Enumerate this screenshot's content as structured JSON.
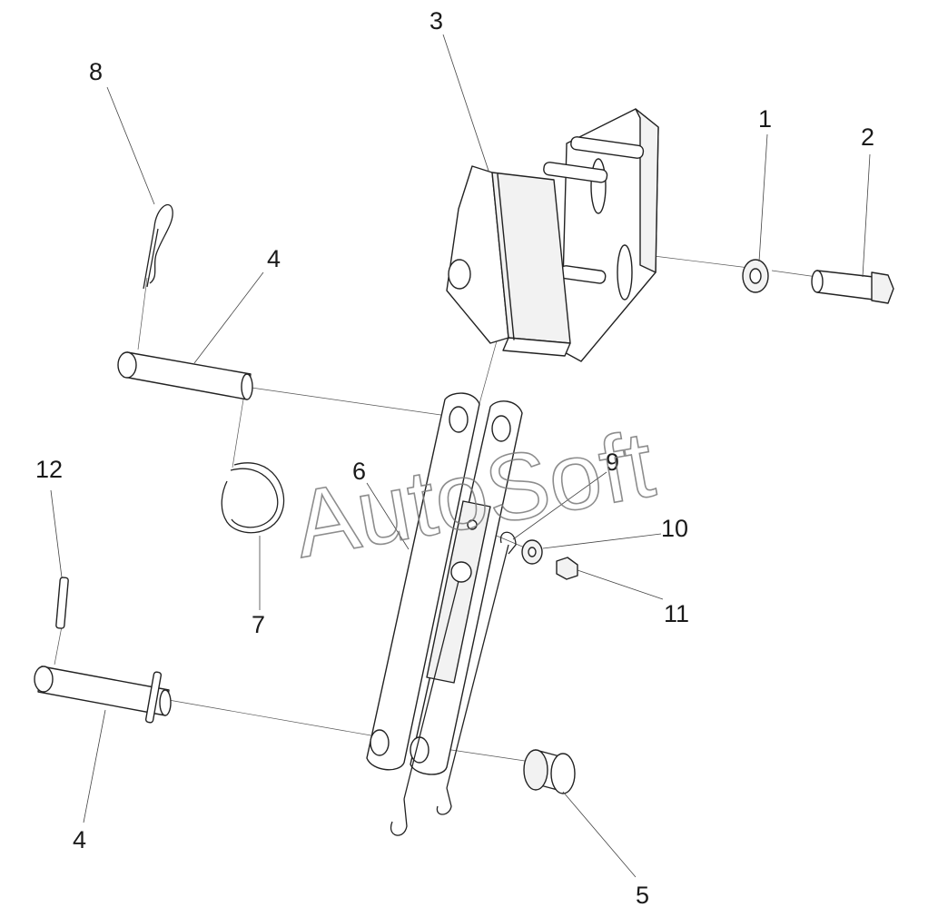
{
  "callouts": [
    {
      "id": "c1",
      "text": "1"
    },
    {
      "id": "c2",
      "text": "2"
    },
    {
      "id": "c3",
      "text": "3"
    },
    {
      "id": "c4a",
      "text": "4"
    },
    {
      "id": "c4b",
      "text": "4"
    },
    {
      "id": "c5",
      "text": "5"
    },
    {
      "id": "c6",
      "text": "6"
    },
    {
      "id": "c7",
      "text": "7"
    },
    {
      "id": "c8",
      "text": "8"
    },
    {
      "id": "c9",
      "text": "9"
    },
    {
      "id": "c10",
      "text": "10"
    },
    {
      "id": "c11",
      "text": "11"
    },
    {
      "id": "c12",
      "text": "12"
    }
  ],
  "watermark": {
    "text": "AutoSoft"
  },
  "colors": {
    "line": "#222222",
    "watermark": "#7a7a7a",
    "background": "#ffffff"
  }
}
